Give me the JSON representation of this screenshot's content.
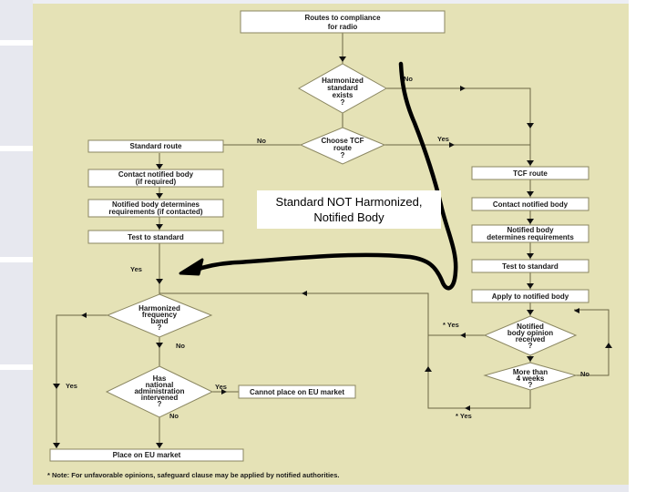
{
  "slide": {
    "callout": {
      "line1": "Standard NOT Harmonized,",
      "line2": "Notified Body"
    },
    "annotation_color": "#000000",
    "panel_color": "#e5e2b6",
    "line_color": "#6b6744"
  },
  "flowchart": {
    "start": {
      "line1": "Routes to compliance",
      "line2": "for radio"
    },
    "decision_harmonized_standard": {
      "lines": [
        "Harmonized",
        "standard",
        "exists",
        "?"
      ]
    },
    "decision_choose_tcf": {
      "lines": [
        "Choose TCF",
        "route",
        "?"
      ]
    },
    "standard_route": {
      "box1": "Standard route",
      "box2": {
        "line1": "Contact notified body",
        "line2": "(if required)"
      },
      "box3": {
        "line1": "Notified body determines",
        "line2": "requirements (if contacted)"
      },
      "box4": "Test to standard"
    },
    "tcf_route": {
      "box1": "TCF route",
      "box2": "Contact notified body",
      "box3": {
        "line1": "Notified body",
        "line2": "determines requirements"
      },
      "box4": "Test to standard",
      "box5": "Apply to notified body"
    },
    "decision_opinion": {
      "lines": [
        "Notified",
        "body opinion",
        "received",
        "?"
      ]
    },
    "decision_weeks": {
      "lines": [
        "More than",
        "4 weeks",
        "?"
      ]
    },
    "decision_frequency": {
      "lines": [
        "Harmonized",
        "frequency",
        "band",
        "?"
      ]
    },
    "decision_national": {
      "lines": [
        "Has",
        "national",
        "administration",
        "intervened",
        "?"
      ]
    },
    "cannot_place": "Cannot place on EU market",
    "place_on_market": "Place on EU market",
    "labels": {
      "no": "No",
      "yes": "Yes",
      "star_yes": "* Yes"
    },
    "note": "* Note: For unfavorable opinions, safeguard clause may be applied by notified authorities."
  }
}
